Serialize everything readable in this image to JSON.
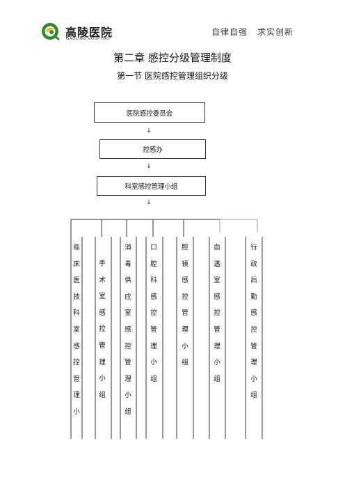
{
  "header": {
    "logo_text": "高陵医院",
    "logo_sub": "GAOLING HOSPITAL",
    "motto_left": "自律自强",
    "motto_right": "求实创新"
  },
  "title": "第二章  感控分级管理制度",
  "subtitle": "第一节  医院感控管理组织分级",
  "org": {
    "level1": "医院感控委员会",
    "level2": "控感办",
    "level3": "科室感控管理小组",
    "arrow": "↓",
    "groups": [
      "临床医技科室感控管理小",
      "手术室感控管理小组",
      "消毒供应室感控管理小组",
      "口腔科感控管理小组",
      "腔镜感控管理小组",
      "血透室感控管理小组",
      "行政后勤感控管理小组"
    ]
  },
  "colors": {
    "logo_green": "#2e8b2e",
    "logo_yellow": "#e2c21a",
    "branch_blue": "#8aa0c8"
  }
}
